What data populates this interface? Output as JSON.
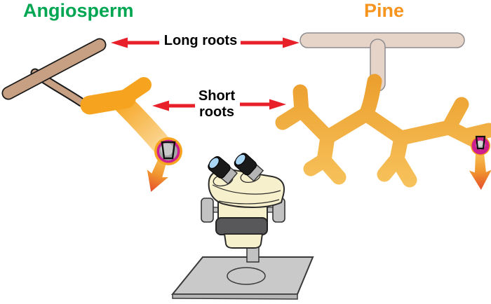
{
  "titles": {
    "angiosperm": {
      "label": "Angiosperm"
    },
    "pine": {
      "label": "Pine"
    }
  },
  "labels": {
    "long_roots": "Long roots",
    "short_roots_line1": "Short",
    "short_roots_line2": "roots"
  },
  "diagram": {
    "type": "comparison-illustration",
    "left_specimen": "Angiosperm",
    "right_specimen": "Pine",
    "annotations": [
      "Long roots",
      "Short roots"
    ],
    "instrument": "stereo-microscope"
  },
  "colors": {
    "angiosperm-title-color": "#00A651",
    "pine-title-color": "#F7941E",
    "arrow-red": "#E8202A",
    "long-root-tan": "#C7A083",
    "pine-long-root-beige": "#E6D4C8",
    "short-root-orange": "#F6A41F",
    "root-tip-magenta": "#CE1F8F",
    "microscope-cream": "#F7F0CC",
    "base-gray": "#C9C9CA"
  }
}
